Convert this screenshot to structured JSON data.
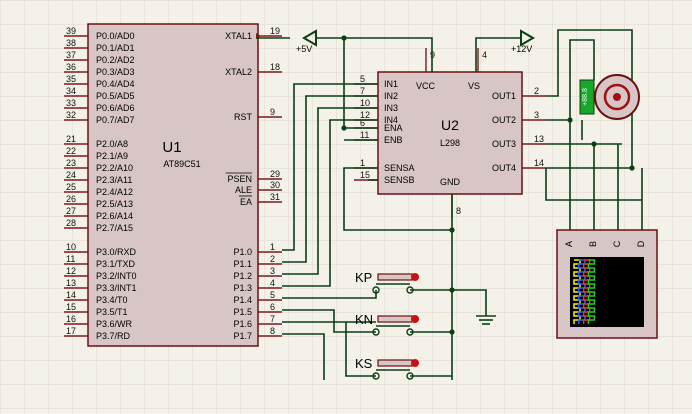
{
  "u1": {
    "ref": "U1",
    "part": "AT89C51",
    "left_pins": [
      {
        "num": "39",
        "name": "P0.0/AD0"
      },
      {
        "num": "38",
        "name": "P0.1/AD1"
      },
      {
        "num": "37",
        "name": "P0.2/AD2"
      },
      {
        "num": "36",
        "name": "P0.3/AD3"
      },
      {
        "num": "35",
        "name": "P0.4/AD4"
      },
      {
        "num": "34",
        "name": "P0.5/AD5"
      },
      {
        "num": "33",
        "name": "P0.6/AD6"
      },
      {
        "num": "32",
        "name": "P0.7/AD7"
      },
      {
        "num": "21",
        "name": "P2.0/A8"
      },
      {
        "num": "22",
        "name": "P2.1/A9"
      },
      {
        "num": "23",
        "name": "P2.2/A10"
      },
      {
        "num": "24",
        "name": "P2.3/A11"
      },
      {
        "num": "25",
        "name": "P2.4/A12"
      },
      {
        "num": "26",
        "name": "P2.5/A13"
      },
      {
        "num": "27",
        "name": "P2.6/A14"
      },
      {
        "num": "28",
        "name": "P2.7/A15"
      },
      {
        "num": "10",
        "name": "P3.0/RXD"
      },
      {
        "num": "11",
        "name": "P3.1/TXD"
      },
      {
        "num": "12",
        "name": "P3.2/INT0"
      },
      {
        "num": "13",
        "name": "P3.3/INT1"
      },
      {
        "num": "14",
        "name": "P3.4/T0"
      },
      {
        "num": "15",
        "name": "P3.5/T1"
      },
      {
        "num": "16",
        "name": "P3.6/WR"
      },
      {
        "num": "17",
        "name": "P3.7/RD"
      }
    ],
    "right_pins": [
      {
        "num": "19",
        "name": "XTAL1"
      },
      {
        "num": "18",
        "name": "XTAL2"
      },
      {
        "num": "9",
        "name": "RST"
      },
      {
        "num": "29",
        "name": "PSEN"
      },
      {
        "num": "30",
        "name": "ALE"
      },
      {
        "num": "31",
        "name": "EA"
      },
      {
        "num": "1",
        "name": "P1.0"
      },
      {
        "num": "2",
        "name": "P1.1"
      },
      {
        "num": "3",
        "name": "P1.2"
      },
      {
        "num": "4",
        "name": "P1.3"
      },
      {
        "num": "5",
        "name": "P1.4"
      },
      {
        "num": "6",
        "name": "P1.5"
      },
      {
        "num": "7",
        "name": "P1.6"
      },
      {
        "num": "8",
        "name": "P1.7"
      }
    ]
  },
  "u2": {
    "ref": "U2",
    "part": "L298",
    "left_pins": [
      {
        "num": "5",
        "name": "IN1"
      },
      {
        "num": "7",
        "name": "IN2"
      },
      {
        "num": "10",
        "name": "IN3"
      },
      {
        "num": "12",
        "name": "IN4"
      },
      {
        "num": "6",
        "name": "ENA"
      },
      {
        "num": "11",
        "name": "ENB"
      },
      {
        "num": "1",
        "name": "SENSA"
      },
      {
        "num": "15",
        "name": "SENSB"
      }
    ],
    "top_pins": [
      {
        "num": "9",
        "name": "VCC"
      },
      {
        "num": "4",
        "name": "VS"
      }
    ],
    "bottom_pin": {
      "num": "8",
      "name": "GND"
    },
    "right_pins": [
      {
        "num": "2",
        "name": "OUT1"
      },
      {
        "num": "3",
        "name": "OUT2"
      },
      {
        "num": "13",
        "name": "OUT3"
      },
      {
        "num": "14",
        "name": "OUT4"
      }
    ]
  },
  "power": {
    "vcc_label": "+5V",
    "vs_label": "+12V"
  },
  "switches": [
    "KP",
    "KN",
    "KS"
  ],
  "scope_channels": [
    "A",
    "B",
    "C",
    "D"
  ],
  "motor_text": "+88.8",
  "colors": {
    "background": "#f3f1e8",
    "grid": "#e0dccf",
    "chip_fill": "#d8c6c6",
    "chip_border": "#6a1010",
    "wire": "#0a3f14",
    "pin": "#7a1a1a",
    "text": "#000000",
    "pin_number": "#111111",
    "scope_screen": "#000000",
    "trace_a": "#f5f50a",
    "trace_b": "#2a5cff",
    "trace_c": "#e83a1a",
    "trace_d": "#1ad12a",
    "probe_red": "#cc1010",
    "motor_green": "#17a82a"
  }
}
